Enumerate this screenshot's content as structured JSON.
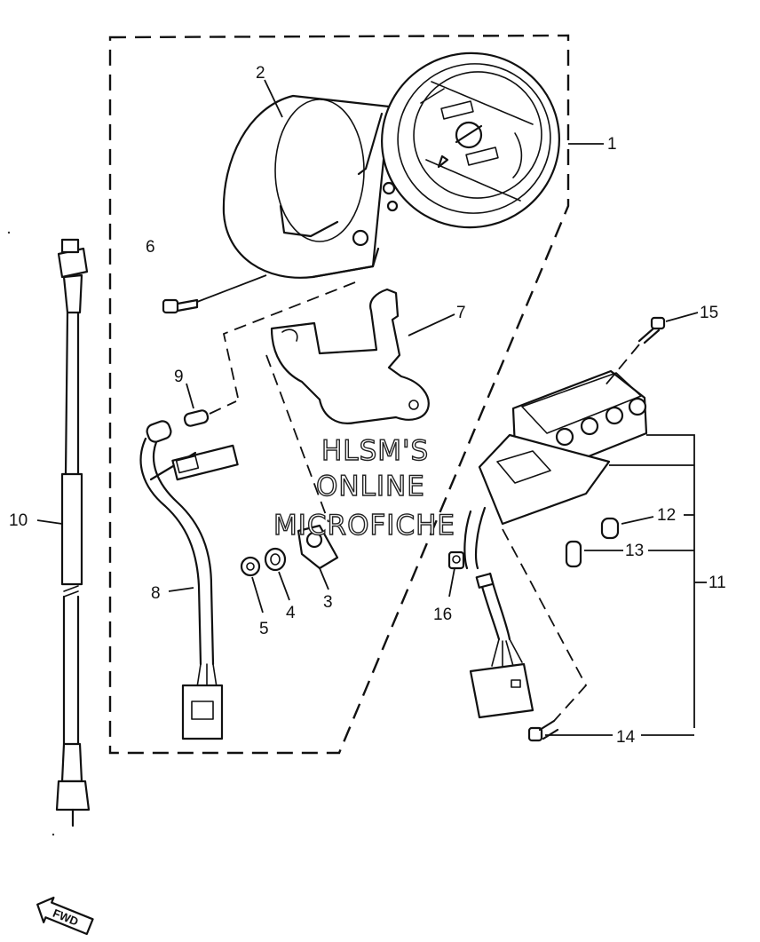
{
  "callouts": {
    "c1": "1",
    "c2": "2",
    "c3": "3",
    "c4": "4",
    "c5": "5",
    "c6": "6",
    "c7": "7",
    "c8": "8",
    "c9": "9",
    "c10": "10",
    "c11": "11",
    "c12": "12",
    "c13": "13",
    "c14": "14",
    "c15": "15",
    "c16": "16"
  },
  "watermark": {
    "line1": "HLSM'S",
    "line2": "ONLINE",
    "line3": "MICROFICHE"
  },
  "direction_tag": "FWD"
}
